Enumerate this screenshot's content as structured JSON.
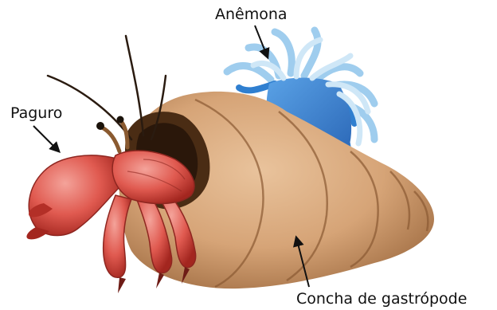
{
  "labels": {
    "anemone": "Anêmona",
    "hermit_crab": "Paguro",
    "shell": "Concha de gastrópode"
  },
  "colors": {
    "anemone_blue": "#3f86d6",
    "anemone_tentacle": "#b9dcf2",
    "crab_red": "#d9453f",
    "shell_tan": "#d6a477",
    "shell_dark": "#6b4626",
    "arrow": "#111111"
  }
}
